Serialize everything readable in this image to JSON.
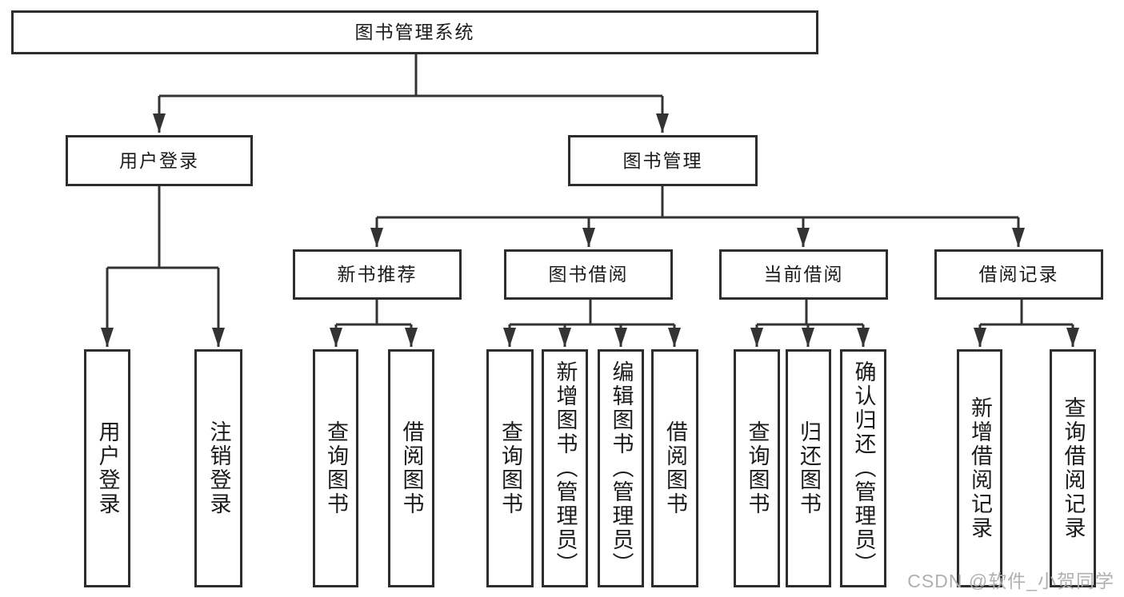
{
  "diagram_title": "图书管理系统",
  "watermark": "CSDN @软件_小贺同学",
  "colors": {
    "line": "#333333",
    "box_border": "#2d2d2d",
    "text": "#1b1b1b",
    "watermark": "#b0b0b0",
    "background": "#ffffff"
  },
  "tree": {
    "root": {
      "label": "图书管理系统"
    },
    "children": [
      {
        "label": "用户登录",
        "children": [
          {
            "label": "用户登录"
          },
          {
            "label": "注销登录"
          }
        ]
      },
      {
        "label": "图书管理",
        "children": [
          {
            "label": "新书推荐",
            "children": [
              {
                "label": "查询图书"
              },
              {
                "label": "借阅图书"
              }
            ]
          },
          {
            "label": "图书借阅",
            "children": [
              {
                "label": "查询图书"
              },
              {
                "label": "新增图书（管理员）"
              },
              {
                "label": "编辑图书（管理员）"
              },
              {
                "label": "借阅图书"
              }
            ]
          },
          {
            "label": "当前借阅",
            "children": [
              {
                "label": "查询图书"
              },
              {
                "label": "归还图书"
              },
              {
                "label": "确认归还（管理员）"
              }
            ]
          },
          {
            "label": "借阅记录",
            "children": [
              {
                "label": "新增借阅记录"
              },
              {
                "label": "查询借阅记录"
              }
            ]
          }
        ]
      }
    ]
  }
}
